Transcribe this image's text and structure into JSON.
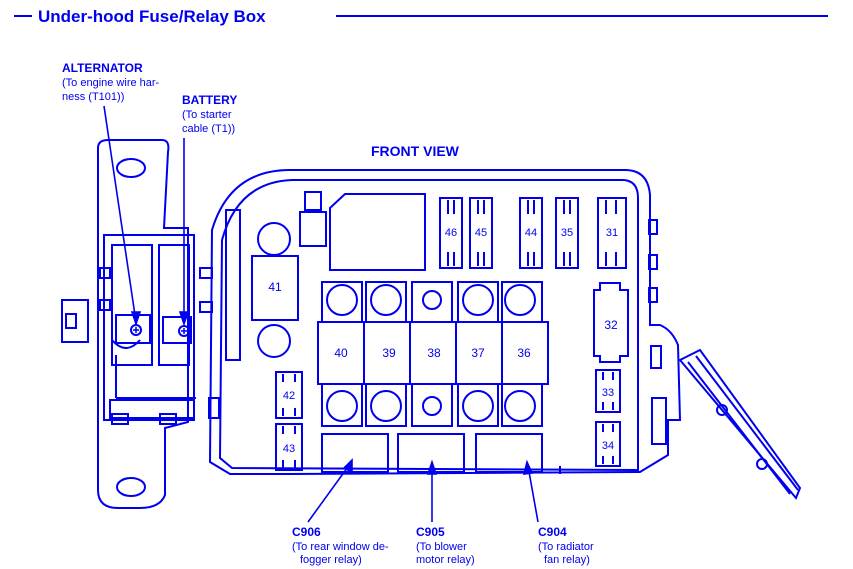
{
  "title": "Under-hood Fuse/Relay Box",
  "view_label": "FRONT VIEW",
  "colors": {
    "line": "#0000ee",
    "background": "#ffffff"
  },
  "callouts": {
    "alternator": {
      "name": "ALTERNATOR",
      "desc1": "(To engine wire har-",
      "desc2": "ness (T101))"
    },
    "battery": {
      "name": "BATTERY",
      "desc1": "(To starter",
      "desc2": "cable (T1))"
    },
    "c906": {
      "name": "C906",
      "desc1": "(To rear window de-",
      "desc2": "fogger relay)"
    },
    "c905": {
      "name": "C905",
      "desc1": "(To blower",
      "desc2": "motor relay)"
    },
    "c904": {
      "name": "C904",
      "desc1": "(To radiator",
      "desc2": "fan relay)"
    }
  },
  "fuses": {
    "f31": "31",
    "f32": "32",
    "f33": "33",
    "f34": "34",
    "f35": "35",
    "f36": "36",
    "f37": "37",
    "f38": "38",
    "f39": "39",
    "f40": "40",
    "f41": "41",
    "f42": "42",
    "f43": "43",
    "f44": "44",
    "f45": "45",
    "f46": "46"
  }
}
